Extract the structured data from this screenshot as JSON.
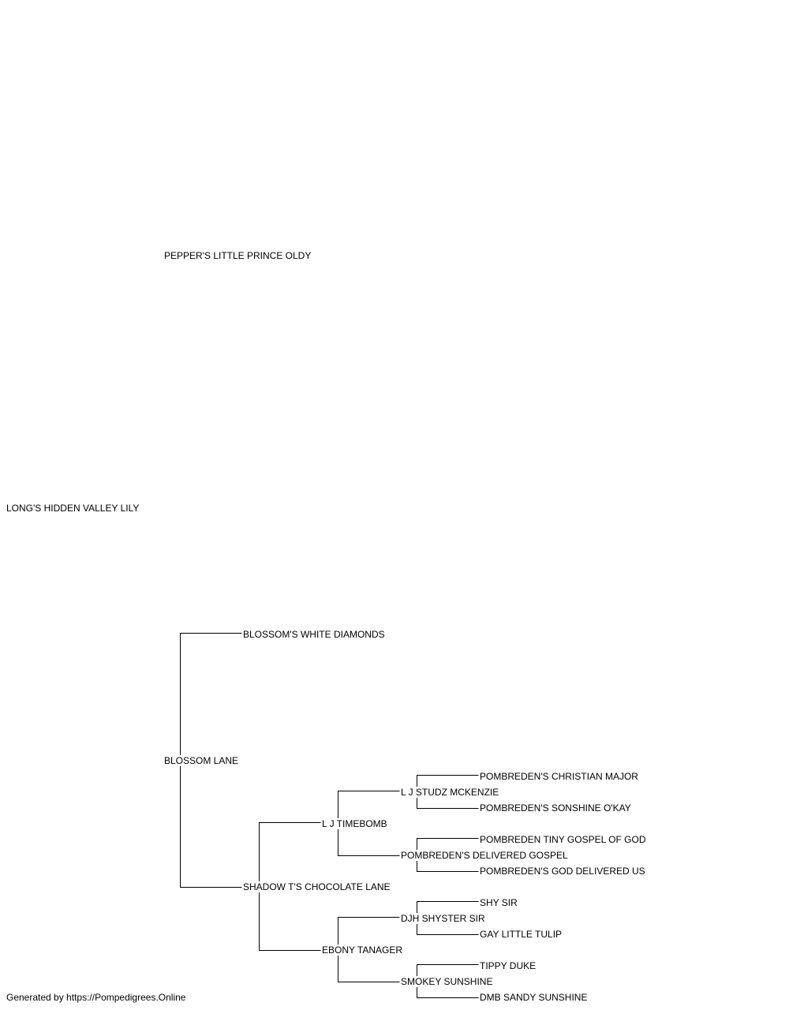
{
  "pedigree": {
    "subject": "LONG'S HIDDEN VALLEY LILY",
    "sire": "PEPPER'S LITTLE PRINCE OLDY",
    "dam": "BLOSSOM LANE",
    "dam_sire": "BLOSSOM'S WHITE DIAMONDS",
    "dam_dam": "SHADOW T'S CHOCOLATE LANE",
    "dam_dam_sire": "L J TIMEBOMB",
    "dam_dam_dam": "EBONY TANAGER",
    "l_j_timebomb_sire": "L J STUDZ MCKENZIE",
    "l_j_timebomb_dam": "POMBREDEN'S DELIVERED GOSPEL",
    "ebony_tanager_sire": "DJH SHYSTER SIR",
    "ebony_tanager_dam": "SMOKEY SUNSHINE",
    "studz_sire": "POMBREDEN'S CHRISTIAN MAJOR",
    "studz_dam": "POMBREDEN'S SONSHINE O'KAY",
    "gospel_sire": "POMBREDEN TINY GOSPEL OF GOD",
    "gospel_dam": "POMBREDEN'S GOD DELIVERED US",
    "shyster_sire": "SHY SIR",
    "shyster_dam": "GAY LITTLE TULIP",
    "smokey_sire": "TIPPY DUKE",
    "smokey_dam": "DMB SANDY SUNSHINE"
  },
  "footer": "Generated by https://Pompedigrees.Online"
}
